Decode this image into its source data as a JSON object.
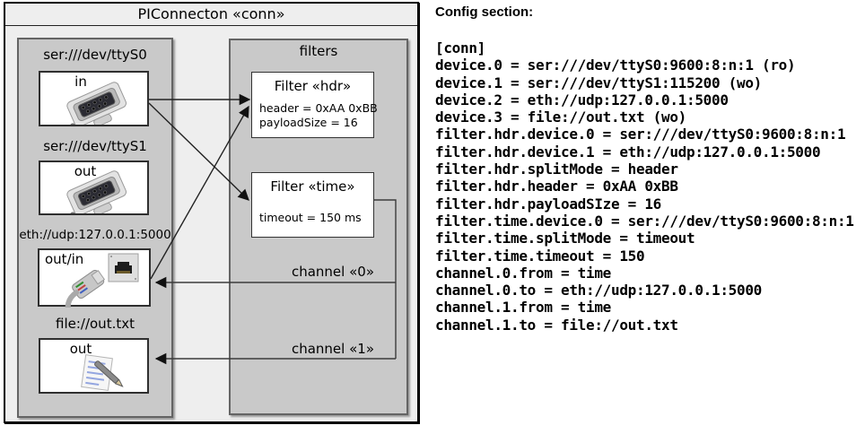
{
  "diagram": {
    "title": "PIConnecton «conn»",
    "devices": [
      {
        "uri": "ser:///dev/ttyS0",
        "direction": "in",
        "icon": "serial-connector"
      },
      {
        "uri": "ser:///dev/ttyS1",
        "direction": "out",
        "icon": "serial-connector"
      },
      {
        "uri": "eth://udp:127.0.0.1:5000",
        "direction": "out/in",
        "icon": "ethernet-connector"
      },
      {
        "uri": "file://out.txt",
        "direction": "out",
        "icon": "notepad"
      }
    ],
    "filters_group_label": "filters",
    "filters": [
      {
        "title": "Filter «hdr»",
        "properties": [
          "header = 0xAA 0xBB",
          "payloadSize = 16"
        ]
      },
      {
        "title": "Filter «time»",
        "properties": [
          "timeout = 150 ms"
        ]
      }
    ],
    "channels": [
      {
        "label": "channel «0»"
      },
      {
        "label": "channel «1»"
      }
    ]
  },
  "config": {
    "heading": "Config section:",
    "lines": [
      "[conn]",
      "device.0 = ser:///dev/ttyS0:9600:8:n:1 (ro)",
      "device.1 = ser:///dev/ttyS1:115200 (wo)",
      "device.2 = eth://udp:127.0.0.1:5000",
      "device.3 = file://out.txt (wo)",
      "filter.hdr.device.0 = ser:///dev/ttyS0:9600:8:n:1",
      "filter.hdr.device.1 = eth://udp:127.0.0.1:5000",
      "filter.hdr.splitMode = header",
      "filter.hdr.header = 0xAA 0xBB",
      "filter.hdr.payloadSIze = 16",
      "filter.time.device.0 = ser:///dev/ttyS0:9600:8:n:1",
      "filter.time.splitMode = timeout",
      "filter.time.timeout = 150",
      "channel.0.from = time",
      "channel.0.to = eth://udp:127.0.0.1:5000",
      "channel.1.from = time",
      "channel.1.to = file://out.txt"
    ]
  },
  "colors": {
    "diagram_background": "#eeeeee",
    "group_background": "#c9c9c9",
    "box_background": "#ffffff",
    "line_color": "#222222"
  }
}
